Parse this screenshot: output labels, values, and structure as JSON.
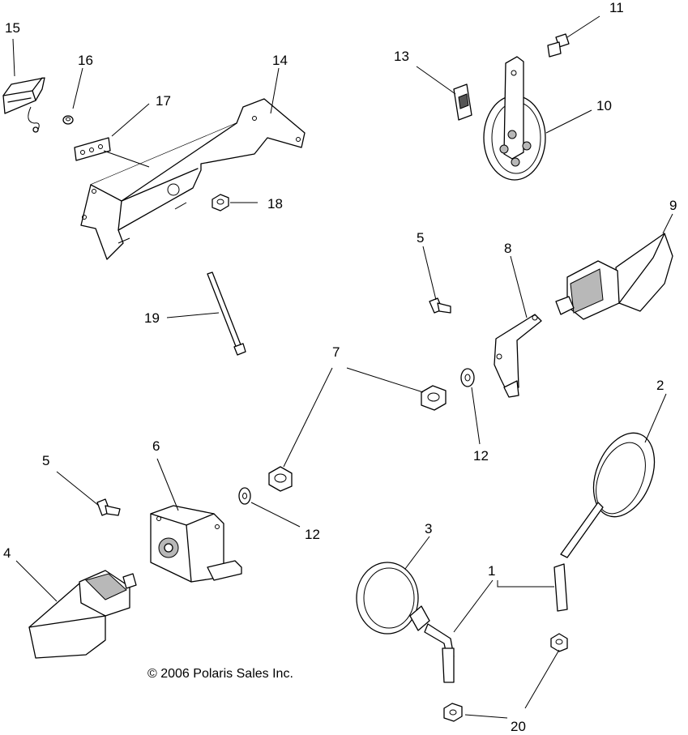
{
  "callouts": {
    "c1": "1",
    "c2": "2",
    "c3": "3",
    "c4": "4",
    "c5a": "5",
    "c5b": "5",
    "c6": "6",
    "c7": "7",
    "c8": "8",
    "c9": "9",
    "c10": "10",
    "c11": "11",
    "c12a": "12",
    "c12b": "12",
    "c13": "13",
    "c14": "14",
    "c15": "15",
    "c16": "16",
    "c17": "17",
    "c18": "18",
    "c19": "19",
    "c20": "20"
  },
  "copyright": "© 2006 Polaris Sales Inc."
}
